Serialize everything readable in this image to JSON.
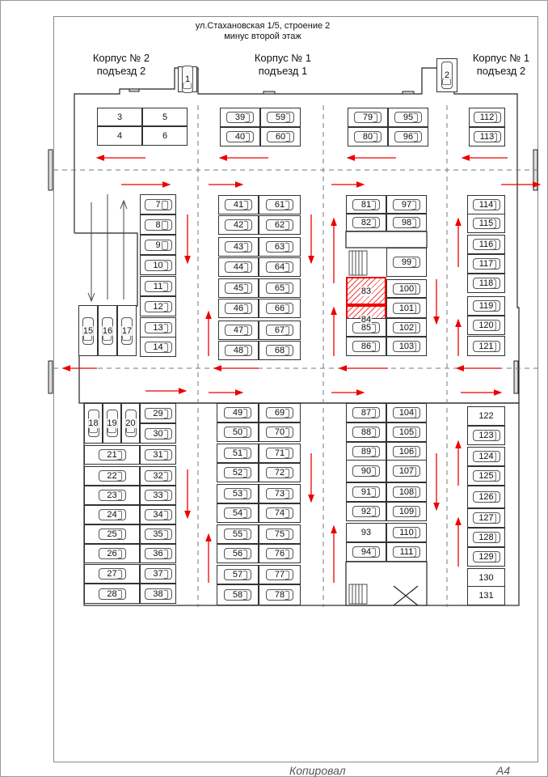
{
  "header": {
    "address": "ул.Стахановская 1/5, строение 2",
    "floor": "минус второй этаж"
  },
  "buildings": [
    {
      "name": "Корпус № 2",
      "entrance": "подъезд 2"
    },
    {
      "name": "Корпус № 1",
      "entrance": "подъезд 1"
    },
    {
      "name": "Корпус № 1",
      "entrance": "подъезд 2"
    }
  ],
  "footer": {
    "copied": "Копировал",
    "format": "А4"
  },
  "colors": {
    "arrow": "#e00000",
    "reserved": "#e00000",
    "line": "#333333"
  },
  "reserved_spots": [
    "83",
    "84"
  ],
  "empty_spots": [
    "3",
    "4",
    "5",
    "6",
    "83",
    "84",
    "93",
    "122",
    "130",
    "131"
  ],
  "spots": [
    "1",
    "2",
    "3",
    "4",
    "5",
    "6",
    "7",
    "8",
    "9",
    "10",
    "11",
    "12",
    "13",
    "14",
    "15",
    "16",
    "17",
    "18",
    "19",
    "20",
    "21",
    "22",
    "23",
    "24",
    "25",
    "26",
    "27",
    "28",
    "29",
    "30",
    "31",
    "32",
    "33",
    "34",
    "35",
    "36",
    "37",
    "38",
    "39",
    "40",
    "41",
    "42",
    "43",
    "44",
    "45",
    "46",
    "47",
    "48",
    "49",
    "50",
    "51",
    "52",
    "53",
    "54",
    "55",
    "56",
    "57",
    "58",
    "59",
    "60",
    "61",
    "62",
    "63",
    "64",
    "65",
    "66",
    "67",
    "68",
    "69",
    "70",
    "71",
    "72",
    "73",
    "74",
    "75",
    "76",
    "77",
    "78",
    "79",
    "80",
    "81",
    "82",
    "83",
    "84",
    "85",
    "86",
    "87",
    "88",
    "89",
    "90",
    "91",
    "92",
    "93",
    "94",
    "95",
    "96",
    "97",
    "98",
    "99",
    "100",
    "101",
    "102",
    "103",
    "104",
    "105",
    "106",
    "107",
    "108",
    "109",
    "110",
    "111",
    "112",
    "113",
    "114",
    "115",
    "116",
    "117",
    "118",
    "119",
    "120",
    "121",
    "122",
    "123",
    "124",
    "125",
    "126",
    "127",
    "128",
    "129",
    "130",
    "131"
  ]
}
